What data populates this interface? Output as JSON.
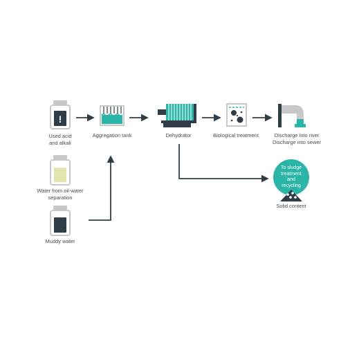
{
  "colors": {
    "dark": "#2f3e46",
    "teal": "#2bb5a8",
    "yellow": "#e3e3ad",
    "grey": "#d9d9d9",
    "text": "#444b50"
  },
  "icons": {
    "acid_bottle": "warning-bottle-icon",
    "oil_water_bottle": "yellow-bottle-icon",
    "muddy_bottle": "dark-bottle-icon",
    "aggregation_tank": "tank-icon",
    "dehydrator": "filter-press-icon",
    "biological": "bacteria-tank-icon",
    "discharge": "pipe-outlet-icon",
    "solid": "sludge-pile-icon"
  },
  "labels": {
    "used_acid_line1": "Used acid",
    "used_acid_line2": "and alkali",
    "oil_water_line1": "Water from oil-water",
    "oil_water_line2": "separation",
    "muddy_water": "Muddy water",
    "aggregation_tank": "Aggregation tank",
    "dehydrator": "Dehydrator",
    "biological_treatment": "Biological treatment",
    "discharge_river": "Discharge into river",
    "discharge_sewer": "Discharge into sewer",
    "sludge_line1": "To sludge",
    "sludge_line2": "treatment",
    "sludge_line3": "and",
    "sludge_line4": "recycling",
    "solid_content": "Solid content"
  }
}
